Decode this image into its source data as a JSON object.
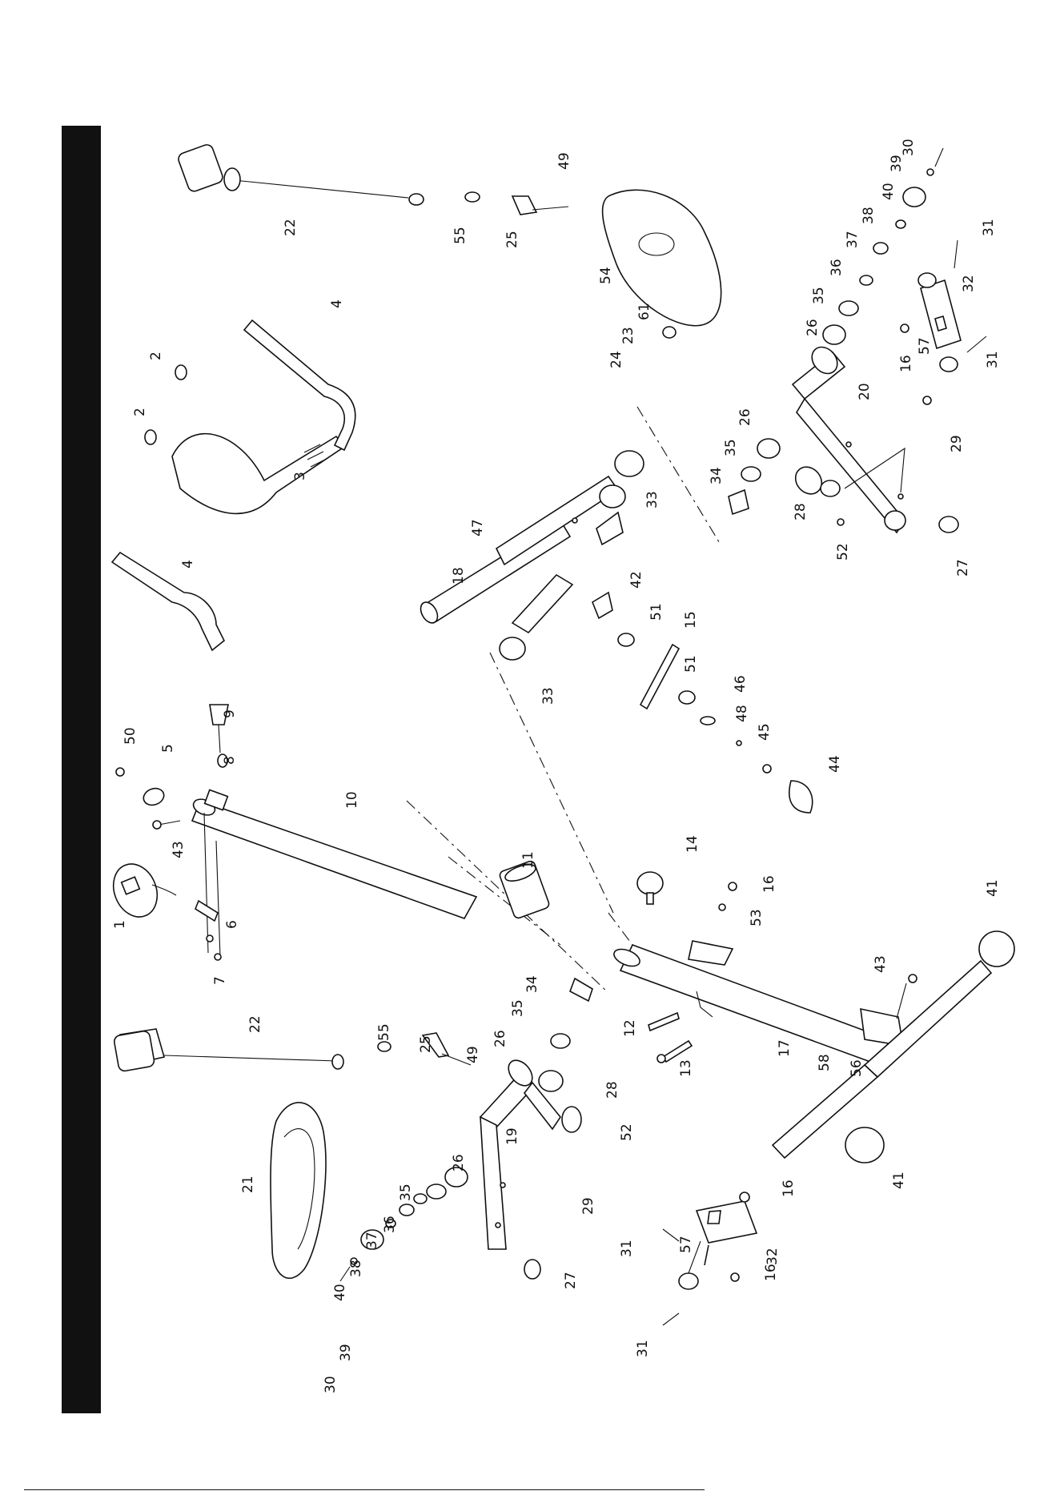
{
  "diagram": {
    "footer_text": "",
    "labels": [
      {
        "id": "lbl-1",
        "text": "1"
      },
      {
        "id": "lbl-2a",
        "text": "2"
      },
      {
        "id": "lbl-2b",
        "text": "2"
      },
      {
        "id": "lbl-3",
        "text": "3"
      },
      {
        "id": "lbl-4a",
        "text": "4"
      },
      {
        "id": "lbl-4b",
        "text": "4"
      },
      {
        "id": "lbl-5",
        "text": "5"
      },
      {
        "id": "lbl-6",
        "text": "6"
      },
      {
        "id": "lbl-7",
        "text": "7"
      },
      {
        "id": "lbl-8",
        "text": "8"
      },
      {
        "id": "lbl-9",
        "text": "9"
      },
      {
        "id": "lbl-10",
        "text": "10"
      },
      {
        "id": "lbl-11",
        "text": "11"
      },
      {
        "id": "lbl-12",
        "text": "12"
      },
      {
        "id": "lbl-13",
        "text": "13"
      },
      {
        "id": "lbl-14",
        "text": "14"
      },
      {
        "id": "lbl-15",
        "text": "15"
      },
      {
        "id": "lbl-16a",
        "text": "16"
      },
      {
        "id": "lbl-16b",
        "text": "16"
      },
      {
        "id": "lbl-16c",
        "text": "16"
      },
      {
        "id": "lbl-16d",
        "text": "16"
      },
      {
        "id": "lbl-17",
        "text": "17"
      },
      {
        "id": "lbl-18",
        "text": "18"
      },
      {
        "id": "lbl-19",
        "text": "19"
      },
      {
        "id": "lbl-20",
        "text": "20"
      },
      {
        "id": "lbl-21",
        "text": "21"
      },
      {
        "id": "lbl-22a",
        "text": "22"
      },
      {
        "id": "lbl-22b",
        "text": "22"
      },
      {
        "id": "lbl-23",
        "text": "23"
      },
      {
        "id": "lbl-24",
        "text": "24"
      },
      {
        "id": "lbl-25a",
        "text": "25"
      },
      {
        "id": "lbl-25b",
        "text": "25"
      },
      {
        "id": "lbl-26a",
        "text": "26"
      },
      {
        "id": "lbl-26b",
        "text": "26"
      },
      {
        "id": "lbl-26c",
        "text": "26"
      },
      {
        "id": "lbl-26d",
        "text": "26"
      },
      {
        "id": "lbl-27a",
        "text": "27"
      },
      {
        "id": "lbl-27b",
        "text": "27"
      },
      {
        "id": "lbl-28a",
        "text": "28"
      },
      {
        "id": "lbl-28b",
        "text": "28"
      },
      {
        "id": "lbl-29a",
        "text": "29"
      },
      {
        "id": "lbl-29b",
        "text": "29"
      },
      {
        "id": "lbl-30a",
        "text": "30"
      },
      {
        "id": "lbl-30b",
        "text": "30"
      },
      {
        "id": "lbl-31a",
        "text": "31"
      },
      {
        "id": "lbl-31b",
        "text": "31"
      },
      {
        "id": "lbl-31c",
        "text": "31"
      },
      {
        "id": "lbl-31d",
        "text": "31"
      },
      {
        "id": "lbl-32a",
        "text": "32"
      },
      {
        "id": "lbl-32b",
        "text": "32"
      },
      {
        "id": "lbl-33a",
        "text": "33"
      },
      {
        "id": "lbl-33b",
        "text": "33"
      },
      {
        "id": "lbl-34a",
        "text": "34"
      },
      {
        "id": "lbl-34b",
        "text": "34"
      },
      {
        "id": "lbl-35a",
        "text": "35"
      },
      {
        "id": "lbl-35b",
        "text": "35"
      },
      {
        "id": "lbl-35c",
        "text": "35"
      },
      {
        "id": "lbl-35d",
        "text": "35"
      },
      {
        "id": "lbl-36a",
        "text": "36"
      },
      {
        "id": "lbl-36b",
        "text": "36"
      },
      {
        "id": "lbl-37a",
        "text": "37"
      },
      {
        "id": "lbl-37b",
        "text": "37"
      },
      {
        "id": "lbl-38a",
        "text": "38"
      },
      {
        "id": "lbl-38b",
        "text": "38"
      },
      {
        "id": "lbl-39a",
        "text": "39"
      },
      {
        "id": "lbl-39b",
        "text": "39"
      },
      {
        "id": "lbl-40a",
        "text": "40"
      },
      {
        "id": "lbl-40b",
        "text": "40"
      },
      {
        "id": "lbl-41a",
        "text": "41"
      },
      {
        "id": "lbl-41b",
        "text": "41"
      },
      {
        "id": "lbl-42",
        "text": "42"
      },
      {
        "id": "lbl-43a",
        "text": "43"
      },
      {
        "id": "lbl-43b",
        "text": "43"
      },
      {
        "id": "lbl-44",
        "text": "44"
      },
      {
        "id": "lbl-45",
        "text": "45"
      },
      {
        "id": "lbl-46",
        "text": "46"
      },
      {
        "id": "lbl-47",
        "text": "47"
      },
      {
        "id": "lbl-48",
        "text": "48"
      },
      {
        "id": "lbl-49a",
        "text": "49"
      },
      {
        "id": "lbl-49b",
        "text": "49"
      },
      {
        "id": "lbl-50",
        "text": "50"
      },
      {
        "id": "lbl-51a",
        "text": "51"
      },
      {
        "id": "lbl-51b",
        "text": "51"
      },
      {
        "id": "lbl-52a",
        "text": "52"
      },
      {
        "id": "lbl-52b",
        "text": "52"
      },
      {
        "id": "lbl-53",
        "text": "53"
      },
      {
        "id": "lbl-54",
        "text": "54"
      },
      {
        "id": "lbl-55a",
        "text": "55"
      },
      {
        "id": "lbl-55b",
        "text": "55"
      },
      {
        "id": "lbl-56",
        "text": "56"
      },
      {
        "id": "lbl-57a",
        "text": "57"
      },
      {
        "id": "lbl-57b",
        "text": "57"
      },
      {
        "id": "lbl-58",
        "text": "58"
      },
      {
        "id": "lbl-61",
        "text": "61"
      }
    ]
  }
}
